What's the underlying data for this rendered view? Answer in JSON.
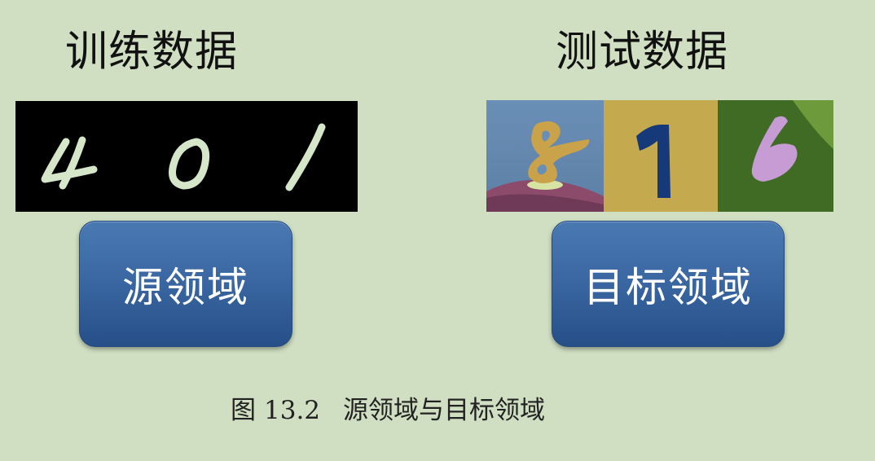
{
  "headings": {
    "train": "训练数据",
    "test": "测试数据"
  },
  "buttons": {
    "source_domain": "源领域",
    "target_domain": "目标领域"
  },
  "caption": {
    "prefix": "图",
    "number": "13.2",
    "text": "源领域与目标领域"
  },
  "images": {
    "source_digits": [
      "4",
      "0",
      "1"
    ],
    "target_digits": [
      "8",
      "1",
      "6"
    ]
  },
  "colors": {
    "background": "#d0dfc2",
    "button_top": "#4a79b2",
    "button_bottom": "#264f88",
    "mnist_background": "#000000",
    "mnist_digit": "#d6e6c8"
  }
}
